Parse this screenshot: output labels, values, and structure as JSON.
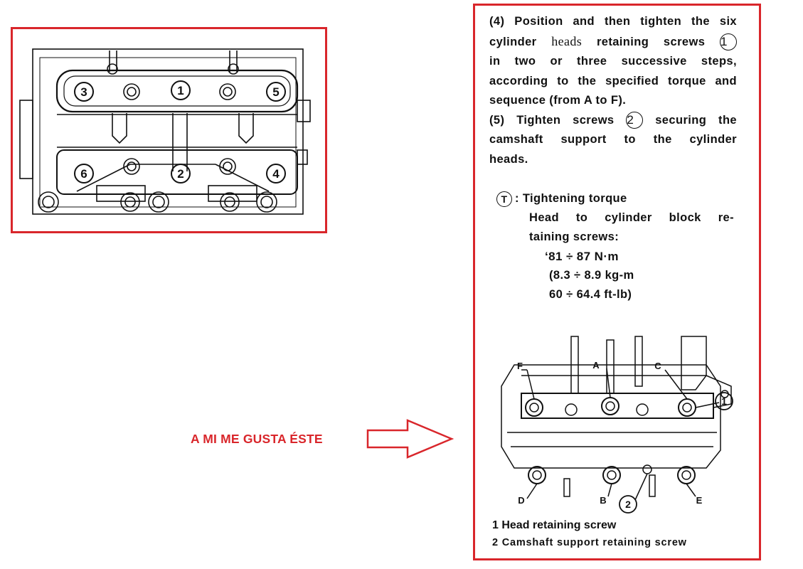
{
  "instructions": {
    "step4_line1": "(4) Position and then tighten the six",
    "step4_line2a": "cylinder",
    "step4_line2_heads": "heads",
    "step4_line2b": "retaining screws",
    "step4_marker": "1",
    "step4_line3": "in two or three successive steps,",
    "step4_line4": "according to the specified torque and",
    "step4_line5": "sequence (from A to F).",
    "step5_line1a": "(5) Tighten screws",
    "step5_marker": "2",
    "step5_line1b": "securing the",
    "step5_line2": "camshaft support to the cylinder",
    "step5_line3": "heads."
  },
  "torque": {
    "icon_letter": "T",
    "title": ": Tightening torque",
    "line1": "Head to cylinder block re-",
    "line2": "taining screws:",
    "nm": "‘81 ÷ 87 N·m",
    "kgm": "(8.3 ÷ 8.9 kg-m",
    "ftlb": "60 ÷ 64.4 ft-lb)"
  },
  "legend": {
    "item1": "1 Head retaining screw",
    "item2": "2 Camshaft support retaining screw"
  },
  "left_diagram_labels": [
    "3",
    "1",
    "5",
    "6",
    "2",
    "4"
  ],
  "right_diagram_labels": {
    "A": "A",
    "B": "B",
    "C": "C",
    "D": "D",
    "E": "E",
    "F": "F",
    "one": "1",
    "two": "2"
  },
  "comment": "A MI ME GUSTA ÉSTE",
  "colors": {
    "frame": "#d9262b",
    "comment": "#d9262b",
    "ink": "#111111"
  }
}
